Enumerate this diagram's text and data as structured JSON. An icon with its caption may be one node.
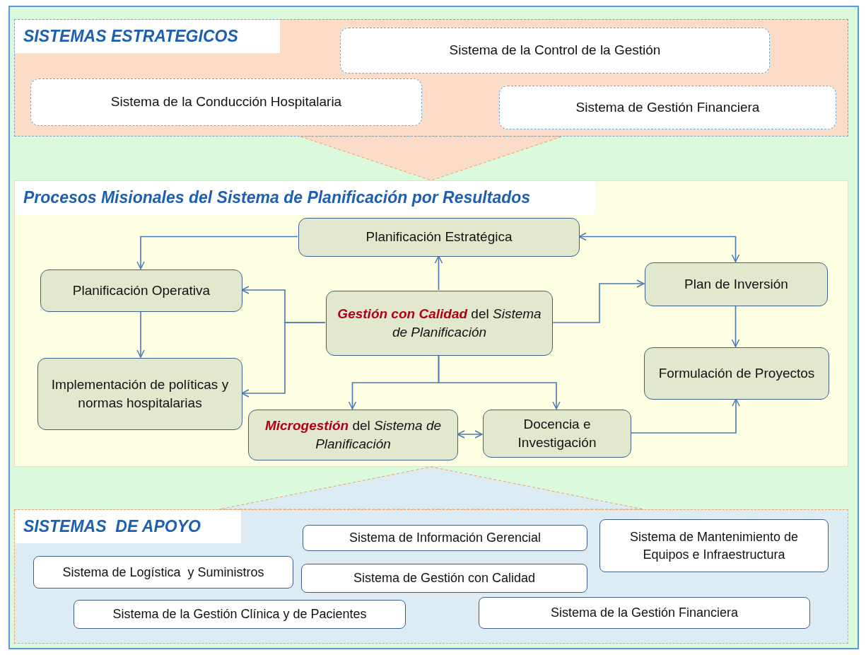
{
  "diagram": {
    "nodes": [
      {
        "text": [
          "SISTEMAS ESTRATEGICOS"
        ]
      },
      {
        "text": [
          "Sistema de la Control de la Gestión"
        ],
        "in": 0
      },
      {
        "text": [
          "Sistema de la Conducción Hospitalaria"
        ],
        "in": 0
      },
      {
        "text": [
          "Sistema de Gestión Financiera"
        ],
        "in": 0
      },
      {
        "text": [
          "Procesos Misionales del Sistema de Planificación por Resultados"
        ]
      },
      {
        "text": [
          "Planificación Estratégica"
        ],
        "in": 4
      },
      {
        "text": [
          "Planificación Operativa"
        ],
        "in": 4
      },
      {
        "text": [
          "Plan de Inversión"
        ],
        "in": 4
      },
      {
        "text": [
          "**Gestión con Calidad** del *Sistema de Planificación*"
        ],
        "in": 4
      },
      {
        "text": [
          "Implementación de políticas y normas hospitalarias"
        ],
        "in": 4
      },
      {
        "text": [
          "Formulación de Proyectos"
        ],
        "in": 4
      },
      {
        "text": [
          "**Microgestión** del *Sistema de Planificación*"
        ],
        "in": 4
      },
      {
        "text": [
          "Docencia e Investigación"
        ],
        "in": 4
      },
      {
        "text": [
          "SISTEMAS  DE APOYO"
        ]
      },
      {
        "text": [
          "Sistema de Información Gerencial"
        ],
        "in": 13
      },
      {
        "text": [
          "Sistema de Mantenimiento de Equipos e Infraestructura"
        ],
        "in": 13
      },
      {
        "text": [
          "Sistema de Logística  y Suministros"
        ],
        "in": 13
      },
      {
        "text": [
          "Sistema de Gestión con Calidad"
        ],
        "in": 13
      },
      {
        "text": [
          "Sistema de la Gestión Clínica y de Pacientes"
        ],
        "in": 13
      },
      {
        "text": [
          "Sistema de la Gestión Financiera"
        ],
        "in": 13
      }
    ],
    "edges": [
      {
        "from": 5,
        "to": 6,
        "arrow": "to"
      },
      {
        "from": 5,
        "to": 7,
        "arrow": "both"
      },
      {
        "from": 8,
        "to": 5,
        "arrow": "to"
      },
      {
        "from": 8,
        "to": 6,
        "arrow": "to"
      },
      {
        "from": 8,
        "to": 9,
        "arrow": "to"
      },
      {
        "from": 8,
        "to": 7,
        "arrow": "to"
      },
      {
        "from": 8,
        "to": 11,
        "arrow": "to"
      },
      {
        "from": 8,
        "to": 12,
        "arrow": "to"
      },
      {
        "from": 6,
        "to": 9,
        "arrow": "to"
      },
      {
        "from": 7,
        "to": 10,
        "arrow": "to"
      },
      {
        "from": 11,
        "to": 12,
        "arrow": "both"
      },
      {
        "from": 12,
        "to": 10,
        "arrow": "to"
      },
      {
        "from": 0,
        "to": 4,
        "arrow": "to",
        "style": "thick",
        "color": "#fadcc8"
      },
      {
        "from": 13,
        "to": 4,
        "arrow": "to",
        "style": "thick",
        "color": "#dcecf2"
      }
    ]
  }
}
